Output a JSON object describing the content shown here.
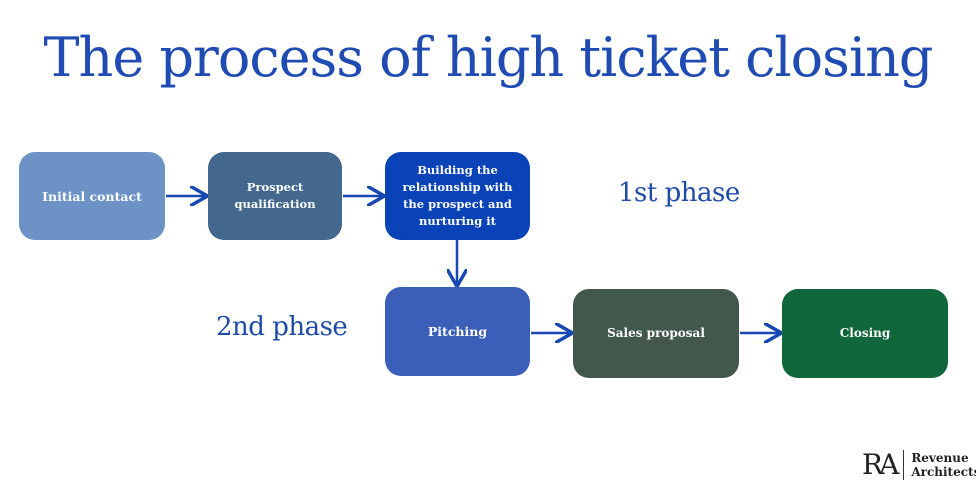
{
  "title": "The process of high ticket closing",
  "phases": {
    "first": "1st phase",
    "second": "2nd phase"
  },
  "steps": {
    "initial_contact": "Initial contact",
    "prospect_qualification": "Prospect qualification",
    "building_relationship": "Building the relationship with the prospect and nurturing it",
    "pitching": "Pitching",
    "sales_proposal": "Sales proposal",
    "closing": "Closing"
  },
  "colors": {
    "title": "#1f4bb3",
    "initial_contact": "#6d93c6",
    "prospect_qualification": "#44678e",
    "building_relationship": "#0a43b7",
    "pitching": "#3b5fb8",
    "sales_proposal": "#42584c",
    "closing": "#10673b",
    "arrow": "#1747b0"
  },
  "logo": {
    "mark": "RA",
    "line1": "Revenue",
    "line2": "Architects"
  }
}
